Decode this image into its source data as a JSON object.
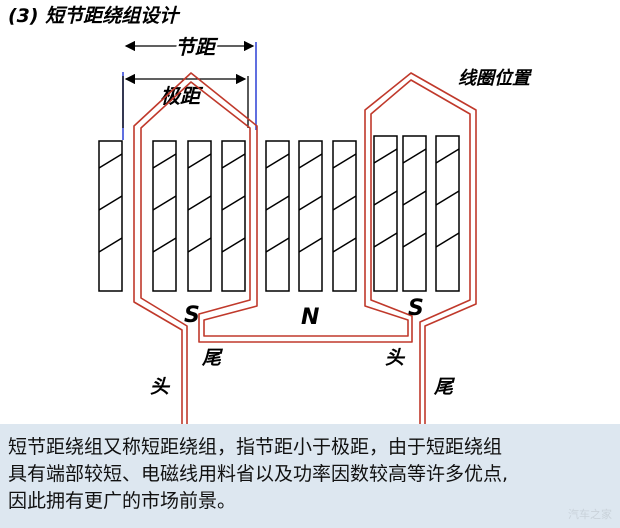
{
  "title": "(3) 短节距绕组设计",
  "labels": {
    "pitch": "节距",
    "pole_pitch": "极距",
    "coil_position": "线圈位置",
    "pole_s1": "S",
    "pole_n": "N",
    "pole_s2": "S",
    "head_left": "头",
    "tail_left": "尾",
    "head_right": "头",
    "tail_right": "尾"
  },
  "caption": [
    "短节距绕组又称短距绕组，指节距小于极距，由于短距绕组",
    "具有端部较短、电磁线用料省以及功率因数较高等许多优点,",
    "因此拥有更广的市场前景。"
  ],
  "watermark": "汽车之家",
  "colors": {
    "coil_line": "#c0392b",
    "pitch_marker": "#2b3fd6",
    "caption_bg": "#dde7f0"
  }
}
